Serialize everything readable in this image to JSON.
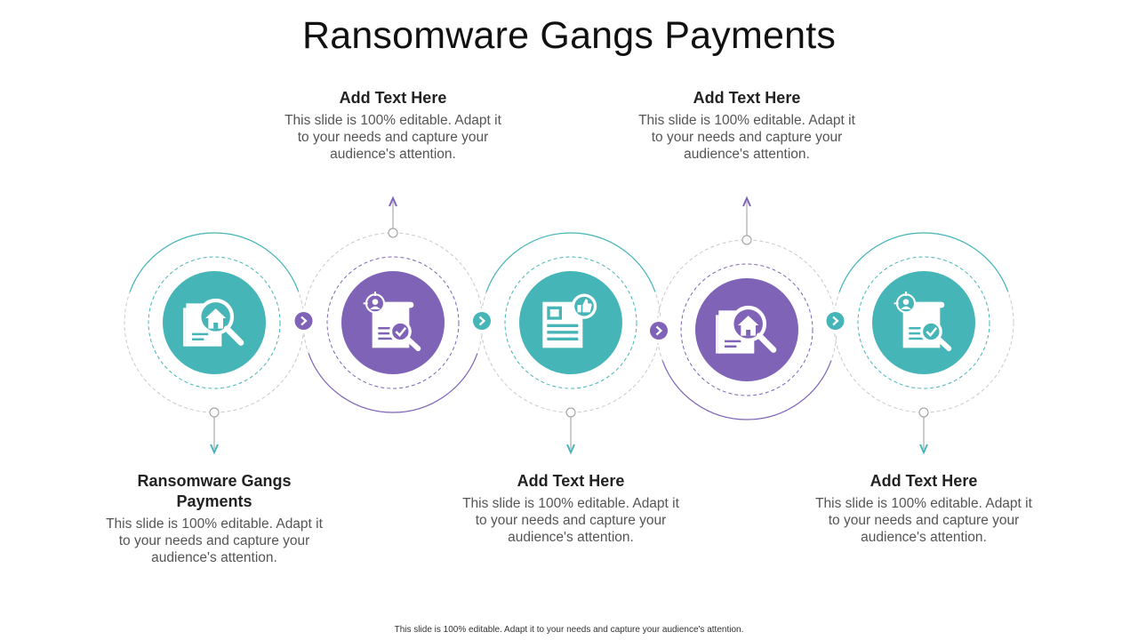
{
  "title": "Ransomware Gangs Payments",
  "footer": "This slide is 100% editable. Adapt it to your needs and capture your audience's attention.",
  "colors": {
    "teal": "#45b5b8",
    "purple": "#7e63b6"
  },
  "steps": [
    {
      "heading": "Ransomware Gangs Payments",
      "body": "This slide is 100% editable. Adapt it to your needs and capture your audience's attention.",
      "icon": "document-house-search-icon",
      "color": "teal"
    },
    {
      "heading": "Add Text Here",
      "body": "This slide is 100% editable. Adapt it to your needs and capture your audience's attention.",
      "icon": "document-profile-check-icon",
      "color": "purple"
    },
    {
      "heading": "Add Text Here",
      "body": "This slide is 100% editable. Adapt it to your needs and capture your audience's attention.",
      "icon": "document-thumbs-up-icon",
      "color": "teal"
    },
    {
      "heading": "Add Text Here",
      "body": "This slide is 100% editable. Adapt it to your needs and capture your audience's attention.",
      "icon": "document-house-search-icon",
      "color": "purple"
    },
    {
      "heading": "Add Text Here",
      "body": "This slide is 100% editable. Adapt it to your needs and capture your audience's attention.",
      "icon": "document-profile-check-icon",
      "color": "teal"
    }
  ]
}
